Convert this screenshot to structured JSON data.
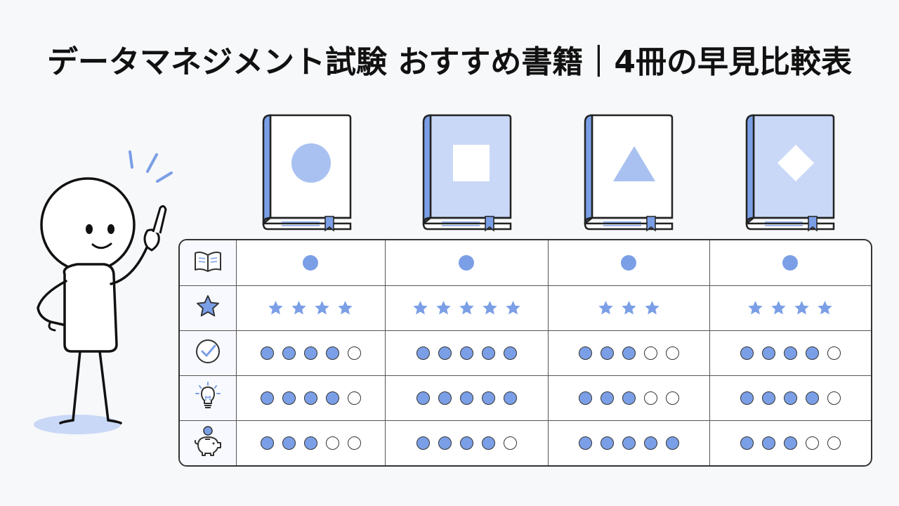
{
  "title": "データマネジメント試験 おすすめ書籍｜4冊の早見比較表",
  "colors": {
    "accent": "#7b9fe6",
    "light": "#c9d8f6",
    "outline": "#333333"
  },
  "books": [
    {
      "cover_fill": "white",
      "cover_shape": "circle-icon"
    },
    {
      "cover_fill": "blue",
      "cover_shape": "square-icon"
    },
    {
      "cover_fill": "white",
      "cover_shape": "triangle-icon"
    },
    {
      "cover_fill": "blue",
      "cover_shape": "diamond-icon"
    }
  ],
  "rows": [
    {
      "icon": "open-book-icon",
      "kind": "marker",
      "values": [
        1,
        1,
        1,
        1
      ]
    },
    {
      "icon": "star-icon",
      "kind": "stars",
      "values": [
        4,
        5,
        3,
        4
      ]
    },
    {
      "icon": "check-circle-icon",
      "kind": "dots",
      "max": 5,
      "values": [
        4,
        5,
        3,
        4
      ]
    },
    {
      "icon": "lightbulb-icon",
      "kind": "dots",
      "max": 5,
      "values": [
        4,
        5,
        3,
        4
      ]
    },
    {
      "icon": "piggy-bank-icon",
      "kind": "dots",
      "max": 5,
      "values": [
        3,
        4,
        5,
        3
      ]
    }
  ]
}
